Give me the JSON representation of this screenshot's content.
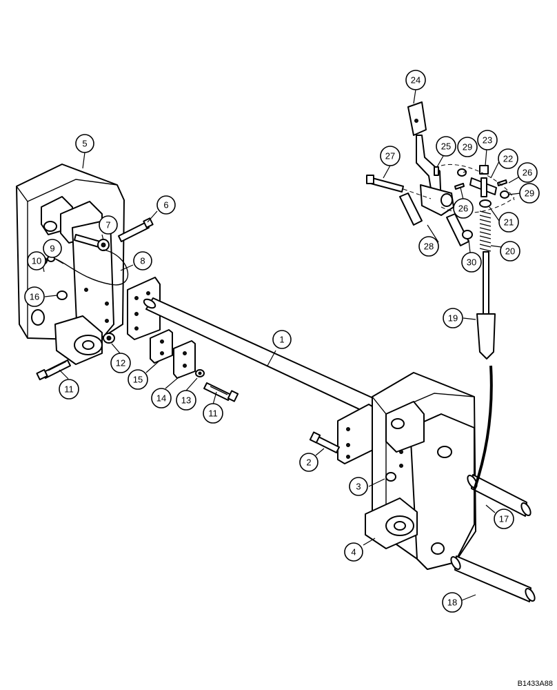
{
  "figure": {
    "reference_code": "B1433A88"
  },
  "callouts": [
    {
      "id": "callout-1",
      "label": "1"
    },
    {
      "id": "callout-2",
      "label": "2"
    },
    {
      "id": "callout-3",
      "label": "3"
    },
    {
      "id": "callout-4",
      "label": "4"
    },
    {
      "id": "callout-5",
      "label": "5"
    },
    {
      "id": "callout-6",
      "label": "6"
    },
    {
      "id": "callout-7",
      "label": "7"
    },
    {
      "id": "callout-8",
      "label": "8"
    },
    {
      "id": "callout-9",
      "label": "9"
    },
    {
      "id": "callout-10",
      "label": "10"
    },
    {
      "id": "callout-11a",
      "label": "11"
    },
    {
      "id": "callout-11b",
      "label": "11"
    },
    {
      "id": "callout-12",
      "label": "12"
    },
    {
      "id": "callout-13",
      "label": "13"
    },
    {
      "id": "callout-14",
      "label": "14"
    },
    {
      "id": "callout-15",
      "label": "15"
    },
    {
      "id": "callout-16",
      "label": "16"
    },
    {
      "id": "callout-17",
      "label": "17"
    },
    {
      "id": "callout-18",
      "label": "18"
    },
    {
      "id": "callout-19",
      "label": "19"
    },
    {
      "id": "callout-20",
      "label": "20"
    },
    {
      "id": "callout-21",
      "label": "21"
    },
    {
      "id": "callout-22",
      "label": "22"
    },
    {
      "id": "callout-23",
      "label": "23"
    },
    {
      "id": "callout-24",
      "label": "24"
    },
    {
      "id": "callout-25",
      "label": "25"
    },
    {
      "id": "callout-26a",
      "label": "26"
    },
    {
      "id": "callout-26b",
      "label": "26"
    },
    {
      "id": "callout-27",
      "label": "27"
    },
    {
      "id": "callout-28",
      "label": "28"
    },
    {
      "id": "callout-29a",
      "label": "29"
    },
    {
      "id": "callout-29b",
      "label": "29"
    },
    {
      "id": "callout-30",
      "label": "30"
    }
  ]
}
